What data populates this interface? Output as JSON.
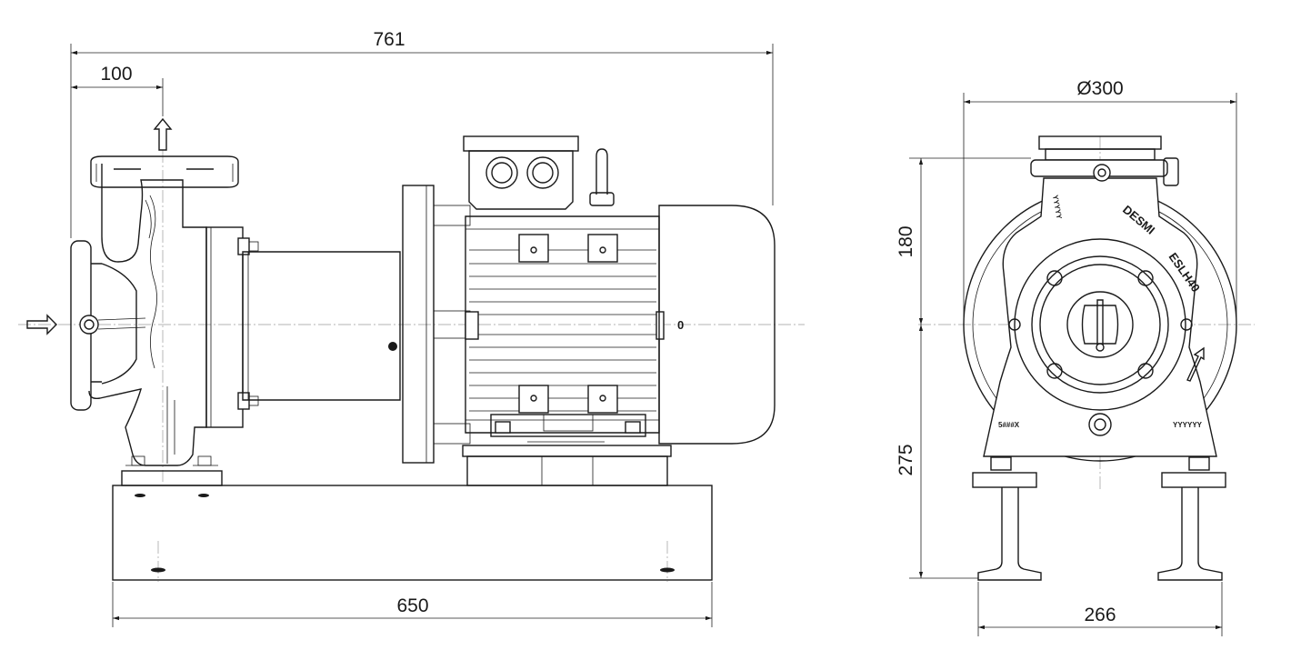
{
  "dimensions": {
    "overall_length": "761",
    "inlet_offset": "100",
    "base_length": "650",
    "diameter": "Ø300",
    "shaft_to_top": "180",
    "shaft_height": "275",
    "foot_width": "266"
  },
  "markings": {
    "brand": "DESMI",
    "model": "ESLH40",
    "code_left": "5###X",
    "code_right": "YYYYYY",
    "code_top": "YYYYY",
    "motor_mark": "0"
  },
  "colors": {
    "line": "#1a1a1a",
    "centerline": "#9a9a9a",
    "background": "#ffffff"
  }
}
